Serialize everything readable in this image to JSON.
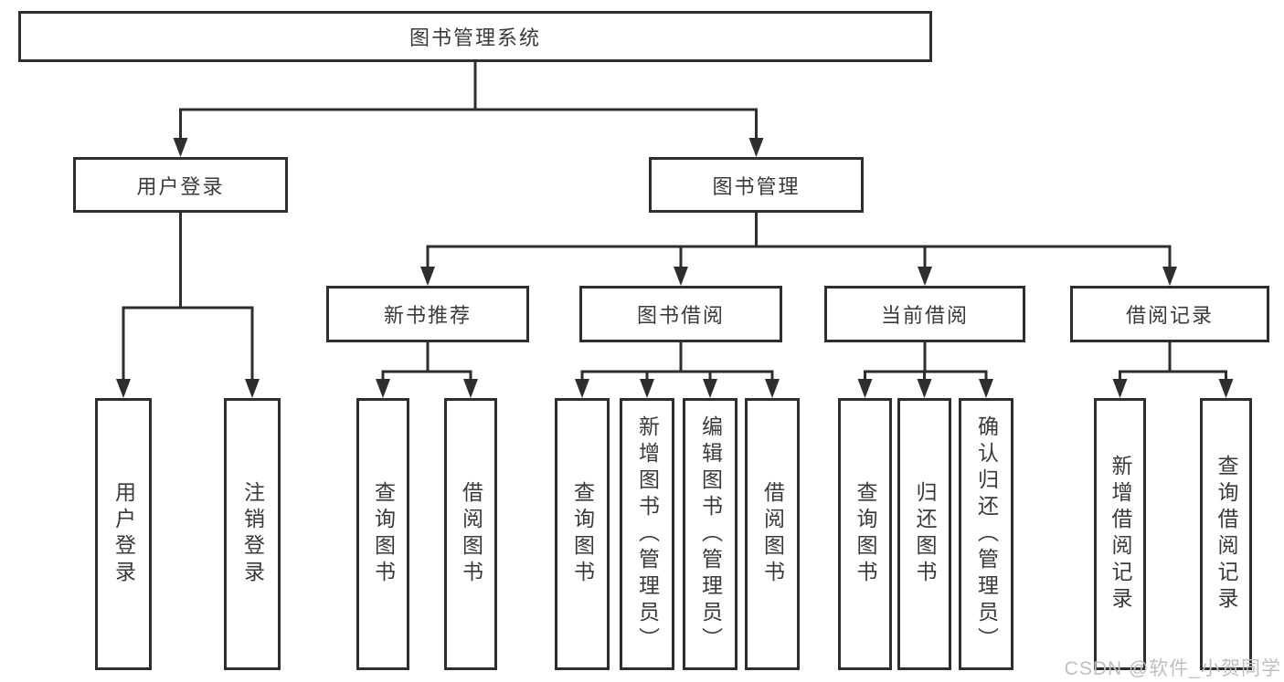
{
  "diagram": {
    "root": {
      "label": "图书管理系统"
    },
    "children": [
      {
        "label": "用户登录",
        "children": [
          {
            "label": "用户登录"
          },
          {
            "label": "注销登录"
          }
        ]
      },
      {
        "label": "图书管理",
        "children": [
          {
            "label": "新书推荐",
            "children": [
              {
                "label": "查询图书"
              },
              {
                "label": "借阅图书"
              }
            ]
          },
          {
            "label": "图书借阅",
            "children": [
              {
                "label": "查询图书"
              },
              {
                "label": "新增图书（管理员）"
              },
              {
                "label": "编辑图书（管理员）"
              },
              {
                "label": "借阅图书"
              }
            ]
          },
          {
            "label": "当前借阅",
            "children": [
              {
                "label": "查询图书"
              },
              {
                "label": "归还图书"
              },
              {
                "label": "确认归还（管理员）"
              }
            ]
          },
          {
            "label": "借阅记录",
            "children": [
              {
                "label": "新增借阅记录"
              },
              {
                "label": "查询借阅记录"
              }
            ]
          }
        ]
      }
    ]
  },
  "watermark": {
    "text": "CSDN @软件_小贺同学"
  },
  "colors": {
    "line": "#2e2e2e",
    "box_border": "#2e2e2e",
    "box_fill": "#ffffff",
    "text": "#3a3a3a",
    "watermark": "#bfbfbf",
    "background": "#ffffff"
  }
}
